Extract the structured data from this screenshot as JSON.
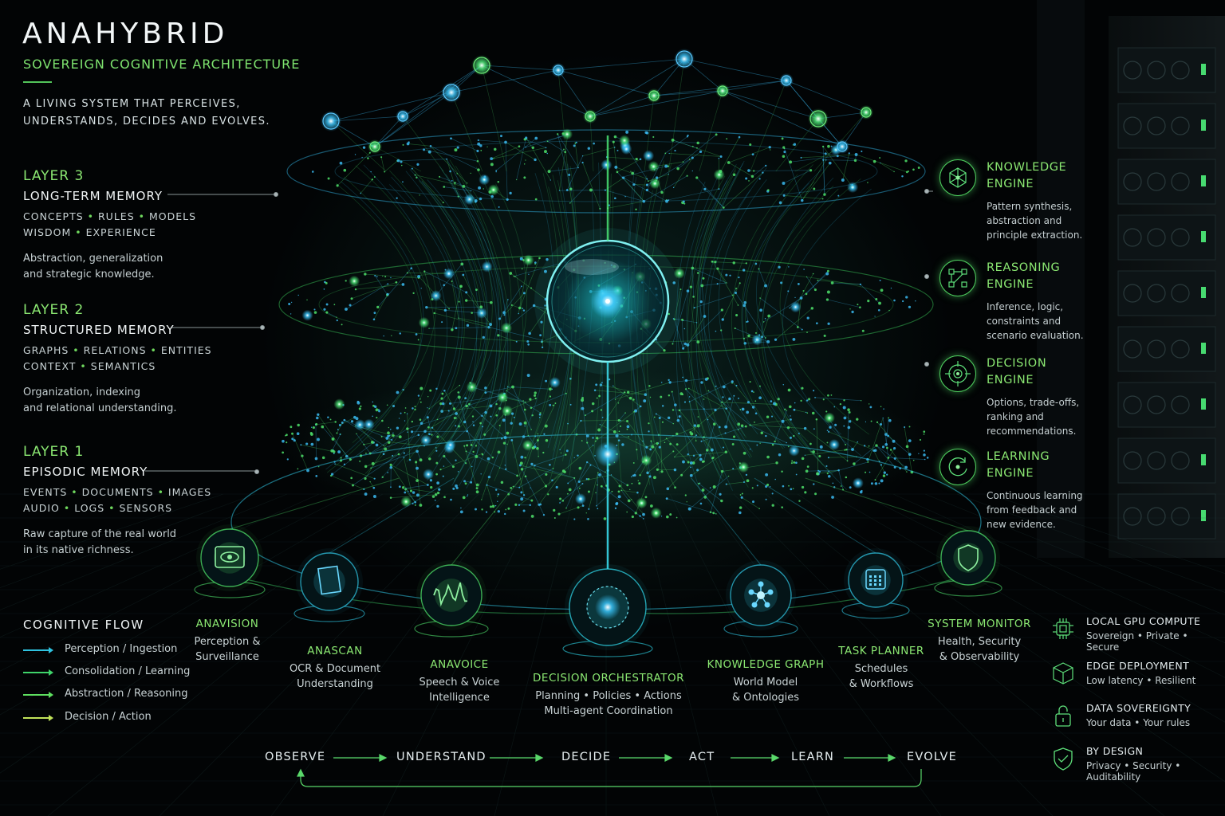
{
  "brand": {
    "title": "ANAHYBRID",
    "subtitle": "SOVEREIGN COGNITIVE ARCHITECTURE",
    "tagline_line1": "A LIVING SYSTEM THAT PERCEIVES,",
    "tagline_line2": "UNDERSTANDS, DECIDES AND EVOLVES."
  },
  "layers": [
    {
      "num": "LAYER 3",
      "name": "LONG-TERM MEMORY",
      "items_line1": [
        "CONCEPTS",
        "RULES",
        "MODELS"
      ],
      "items_line2": [
        "WISDOM",
        "EXPERIENCE"
      ],
      "desc_line1": "Abstraction, generalization",
      "desc_line2": "and strategic knowledge."
    },
    {
      "num": "LAYER 2",
      "name": "STRUCTURED MEMORY",
      "items_line1": [
        "GRAPHS",
        "RELATIONS",
        "ENTITIES"
      ],
      "items_line2": [
        "CONTEXT",
        "SEMANTICS"
      ],
      "desc_line1": "Organization, indexing",
      "desc_line2": "and relational understanding."
    },
    {
      "num": "LAYER 1",
      "name": "EPISODIC MEMORY",
      "items_line1": [
        "EVENTS",
        "DOCUMENTS",
        "IMAGES"
      ],
      "items_line2": [
        "AUDIO",
        "LOGS",
        "SENSORS"
      ],
      "desc_line1": "Raw capture of the real world",
      "desc_line2": "in its native richness."
    }
  ],
  "cognitive_flow": {
    "title": "COGNITIVE FLOW",
    "items": [
      {
        "label": "Perception / Ingestion",
        "color": "#2fc3e0"
      },
      {
        "label": "Consolidation / Learning",
        "color": "#3fd46a"
      },
      {
        "label": "Abstraction / Reasoning",
        "color": "#5ee060"
      },
      {
        "label": "Decision / Action",
        "color": "#c2e45a"
      }
    ]
  },
  "engines": [
    {
      "name_line1": "KNOWLEDGE",
      "name_line2": "ENGINE",
      "desc": [
        "Pattern synthesis,",
        "abstraction and",
        "principle extraction."
      ],
      "icon": "network-star-icon"
    },
    {
      "name_line1": "REASONING",
      "name_line2": "ENGINE",
      "desc": [
        "Inference, logic,",
        "constraints and",
        "scenario evaluation."
      ],
      "icon": "node-graph-icon"
    },
    {
      "name_line1": "DECISION",
      "name_line2": "ENGINE",
      "desc": [
        "Options, trade-offs,",
        "ranking and",
        "recommendations."
      ],
      "icon": "target-icon"
    },
    {
      "name_line1": "LEARNING",
      "name_line2": "ENGINE",
      "desc": [
        "Continuous learning",
        "from feedback and",
        "new evidence."
      ],
      "icon": "cycle-icon"
    }
  ],
  "modules": [
    {
      "name": "ANAVISION",
      "desc": [
        "Perception &",
        "Surveillance"
      ],
      "icon": "eye-icon",
      "color": "#4ee06a"
    },
    {
      "name": "ANASCAN",
      "desc": [
        "OCR & Document",
        "Understanding"
      ],
      "icon": "document-scan-icon",
      "color": "#2fc3e0"
    },
    {
      "name": "ANAVOICE",
      "desc": [
        "Speech & Voice",
        "Intelligence"
      ],
      "icon": "waveform-icon",
      "color": "#4ee06a"
    },
    {
      "name": "DECISION ORCHESTRATOR",
      "desc": [
        "Planning • Policies • Actions",
        "Multi-agent Coordination"
      ],
      "icon": "orchestrator-icon",
      "color": "#2fd6e8"
    },
    {
      "name": "KNOWLEDGE GRAPH",
      "desc": [
        "World Model",
        "& Ontologies"
      ],
      "icon": "graph-icon",
      "color": "#2fc3e0"
    },
    {
      "name": "TASK PLANNER",
      "desc": [
        "Schedules",
        "& Workflows"
      ],
      "icon": "calendar-icon",
      "color": "#2fc3e0"
    },
    {
      "name": "SYSTEM MONITOR",
      "desc": [
        "Health, Security",
        "& Observability"
      ],
      "icon": "shield-icon",
      "color": "#4ee06a"
    }
  ],
  "features": [
    {
      "name": "LOCAL GPU COMPUTE",
      "desc": [
        "Sovereign",
        "Private",
        "Secure"
      ],
      "icon": "chip-icon"
    },
    {
      "name": "EDGE DEPLOYMENT",
      "desc": [
        "Low latency",
        "Resilient"
      ],
      "icon": "cube-icon"
    },
    {
      "name": "DATA SOVEREIGNTY",
      "desc": [
        "Your data",
        "Your rules"
      ],
      "icon": "lock-icon"
    },
    {
      "name": "BY DESIGN",
      "desc": [
        "Privacy",
        "Security",
        "Auditability"
      ],
      "icon": "shield-check-icon"
    }
  ],
  "cycle": {
    "steps": [
      "OBSERVE",
      "UNDERSTAND",
      "DECIDE",
      "ACT",
      "LEARN",
      "EVOLVE"
    ],
    "accent": "#5ad86a"
  },
  "colors": {
    "green": "#4ee06a",
    "cyan": "#2fc3e0",
    "lime": "#8be872",
    "background": "#020405"
  }
}
